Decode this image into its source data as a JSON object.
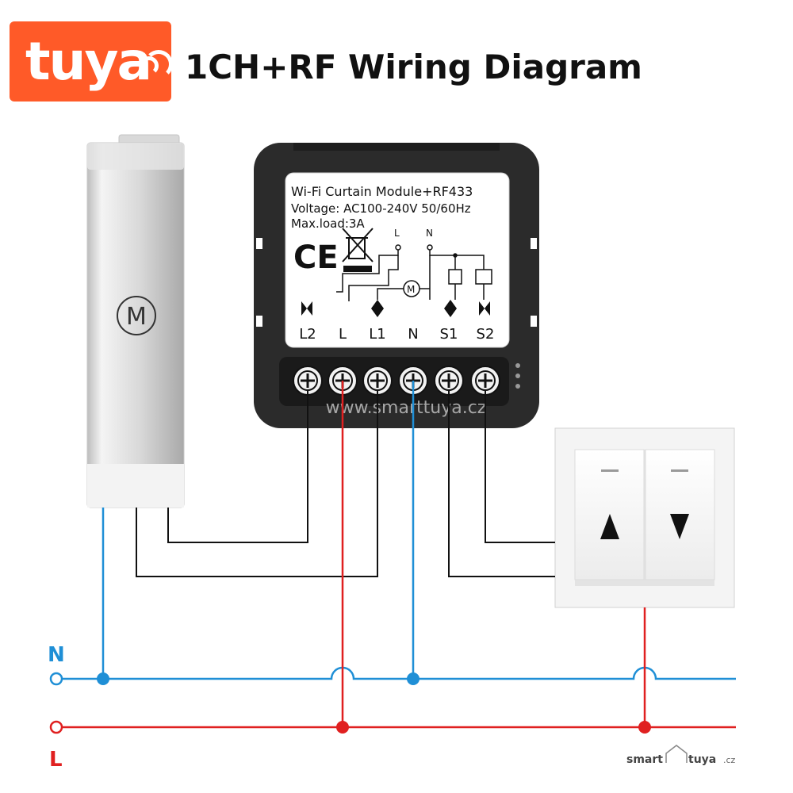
{
  "brand": {
    "logo_text": "tuya",
    "logo_color": "#ff5a28"
  },
  "title": "1CH+RF Wiring Diagram",
  "motor": {
    "symbol": "M"
  },
  "module": {
    "label_line1": "Wi-Fi Curtain Module+RF433",
    "label_line2": "Voltage: AC100-240V 50/60Hz",
    "label_line3": "Max.load:3A",
    "ce_mark": "CE",
    "internal_labels": {
      "l": "L",
      "n": "N",
      "m": "M"
    },
    "terminals": [
      "L2",
      "L",
      "L1",
      "N",
      "S1",
      "S2"
    ]
  },
  "watermark": "www.smarttuya.cz",
  "lines": {
    "n_label": "N",
    "l_label": "L",
    "n_color": "#1f8fd6",
    "l_color": "#e02020"
  },
  "footer_logo": {
    "part1": "smart",
    "part2": "tuya",
    "part3": ".cz"
  }
}
